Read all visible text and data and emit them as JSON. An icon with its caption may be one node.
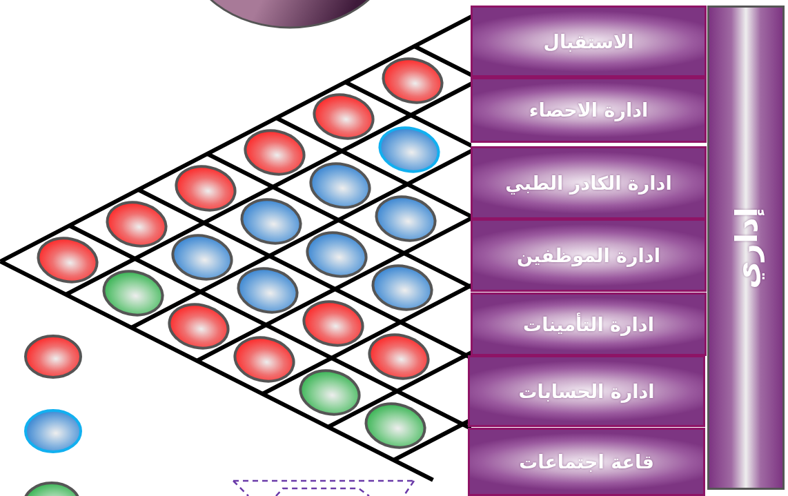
{
  "diagram": {
    "nodes": [
      {
        "text": [
          "الاستقبال"
        ]
      },
      {
        "text": [
          "ادارة الاحصاء"
        ]
      },
      {
        "text": [
          "ادارة الكادر الطبي"
        ]
      },
      {
        "text": [
          "ادارة الموظفين"
        ]
      },
      {
        "text": [
          "ادارة التأمينات"
        ]
      },
      {
        "text": [
          "ادارة الحسابات"
        ]
      },
      {
        "text": [
          "قاعة اجتماعات"
        ]
      },
      {
        "text": [
          "إداري"
        ]
      },
      {
        "text": [],
        "shape": "ellipse"
      }
    ]
  }
}
